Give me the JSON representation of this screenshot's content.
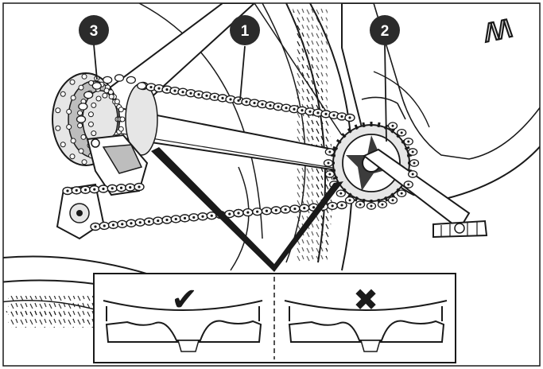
{
  "brand_mark": "/\\/\\",
  "callouts": [
    {
      "label": "1",
      "part": "chain"
    },
    {
      "label": "2",
      "part": "chainring"
    },
    {
      "label": "3",
      "part": "cassette"
    }
  ],
  "inset": {
    "panels": [
      {
        "status": "correct",
        "icon": "check-icon",
        "symbol": "✔"
      },
      {
        "status": "incorrect",
        "icon": "cross-icon",
        "symbol": "✖"
      }
    ]
  },
  "colors": {
    "ink": "#1a1a1a",
    "fill_light": "#e6e6e6",
    "fill_mid": "#bdbdbd",
    "callout_bg": "#2b2b2b"
  }
}
